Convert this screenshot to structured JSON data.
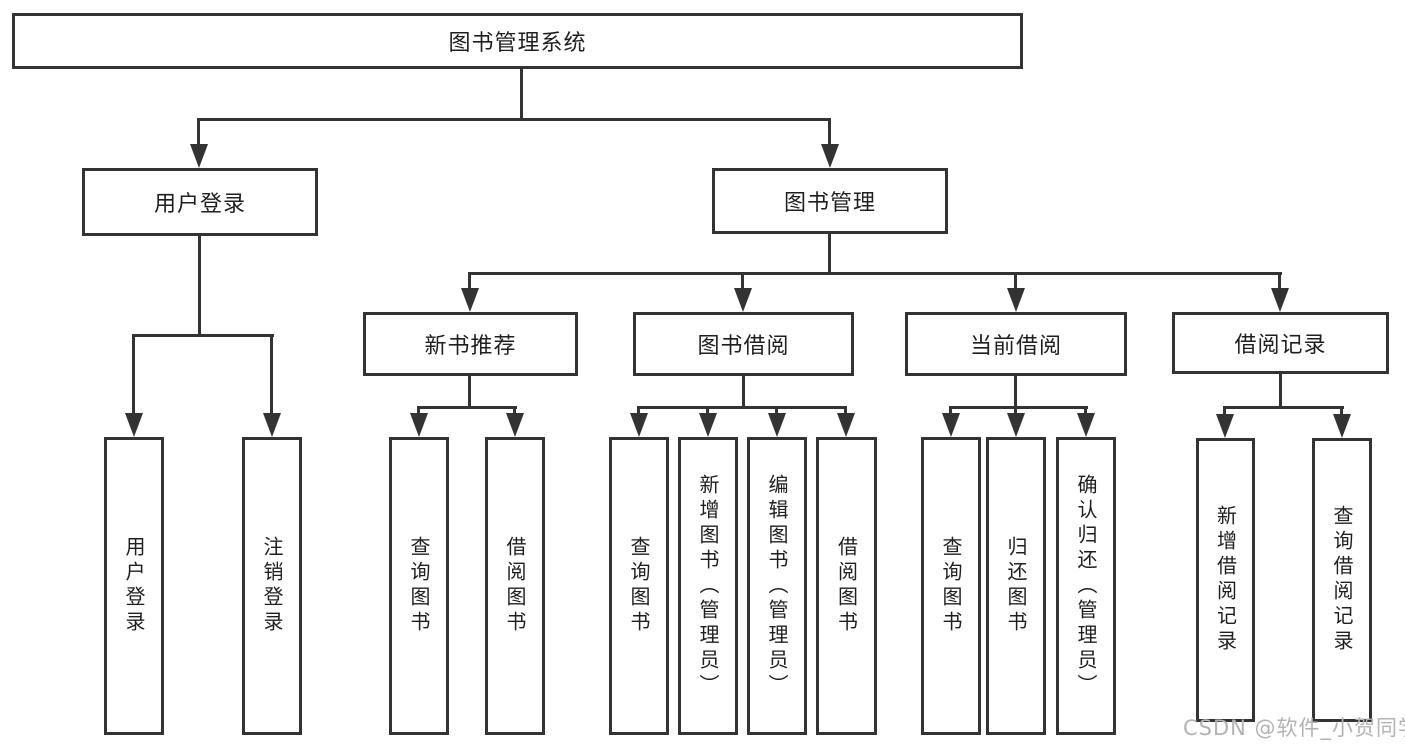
{
  "colors": {
    "line": "#333333",
    "text": "#1f1f1f",
    "watermark": "#b3b3b3",
    "background": "#ffffff"
  },
  "watermark": {
    "text": "CSDN @软件_小贺同学"
  },
  "tree": {
    "root": {
      "label": "图书管理系统",
      "children": [
        {
          "label": "用户登录",
          "children": [
            {
              "label": "用户登录"
            },
            {
              "label": "注销登录"
            }
          ]
        },
        {
          "label": "图书管理",
          "children": [
            {
              "label": "新书推荐",
              "children": [
                {
                  "label": "查询图书"
                },
                {
                  "label": "借阅图书"
                }
              ]
            },
            {
              "label": "图书借阅",
              "children": [
                {
                  "label": "查询图书"
                },
                {
                  "label": "新增图书（管理员）"
                },
                {
                  "label": "编辑图书（管理员）"
                },
                {
                  "label": "借阅图书"
                }
              ]
            },
            {
              "label": "当前借阅",
              "children": [
                {
                  "label": "查询图书"
                },
                {
                  "label": "归还图书"
                },
                {
                  "label": "确认归还（管理员）"
                }
              ]
            },
            {
              "label": "借阅记录",
              "children": [
                {
                  "label": "新增借阅记录"
                },
                {
                  "label": "查询借阅记录"
                }
              ]
            }
          ]
        }
      ]
    }
  }
}
